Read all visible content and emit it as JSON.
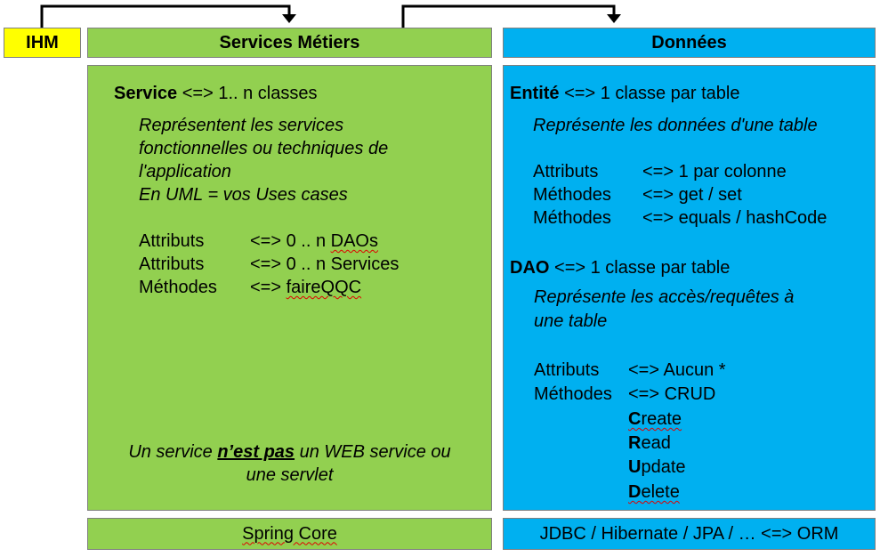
{
  "headers": {
    "ihm": "IHM",
    "services": "Services Métiers",
    "donnees": "Données"
  },
  "services_panel": {
    "service_title": "Service",
    "service_rel": " <=> 1.. n classes",
    "desc_line1": "Représentent les services",
    "desc_line2": "fonctionnelles ou techniques de",
    "desc_line3": "l'application",
    "desc_line4": "En UML = vos Uses cases",
    "rows": [
      {
        "label": "Attributs",
        "value": "<=> 0 .. n ",
        "value_marked": "DAOs"
      },
      {
        "label": "Attributs",
        "value": "<=> 0 .. n Services",
        "value_marked": ""
      },
      {
        "label": "Méthodes",
        "value": "<=> ",
        "value_marked": "faireQQC"
      }
    ],
    "note_pre": "Un service ",
    "note_emph": "n’est pas",
    "note_post": " un WEB service ou",
    "note_line2": "une servlet"
  },
  "donnees_panel": {
    "entite_title": "Entité",
    "entite_rel": " <=> 1 classe par table",
    "entite_desc": "Représente les données d'une table",
    "entite_rows": [
      {
        "label": "Attributs",
        "value": "<=> 1 par colonne"
      },
      {
        "label": "Méthodes",
        "value": "<=> get / set"
      },
      {
        "label": "Méthodes",
        "value": "<=> equals / hashCode"
      }
    ],
    "dao_title": "DAO",
    "dao_rel": " <=> 1 classe par table",
    "dao_desc1": "Représente les accès/requêtes à",
    "dao_desc2": "une table",
    "dao_rows": [
      {
        "label": "Attributs",
        "value": "<=> Aucun *"
      },
      {
        "label": "Méthodes",
        "value": "<=> CRUD"
      }
    ],
    "crud": [
      {
        "initial": "C",
        "rest": "reate"
      },
      {
        "initial": "R",
        "rest": "ead"
      },
      {
        "initial": "U",
        "rest": "pdate"
      },
      {
        "initial": "D",
        "rest": "elete"
      }
    ]
  },
  "footers": {
    "services": "Spring Core",
    "donnees": "JDBC / Hibernate / JPA / … <=> ORM"
  }
}
